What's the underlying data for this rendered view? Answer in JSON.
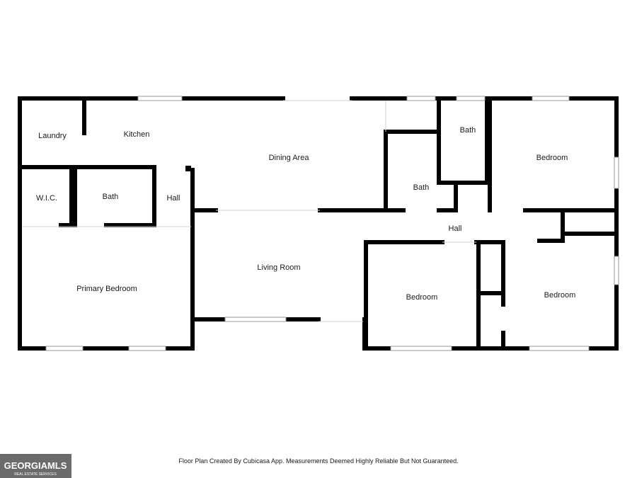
{
  "rooms": {
    "laundry": "Laundry",
    "kitchen": "Kitchen",
    "dining": "Dining Area",
    "bath_top": "Bath",
    "bedroom_ne": "Bedroom",
    "wic": "W.I.C.",
    "bath_primary": "Bath",
    "hall_left": "Hall",
    "bath_mid": "Bath",
    "hall_center": "Hall",
    "living": "Living Room",
    "primary_bedroom": "Primary Bedroom",
    "bedroom_sc": "Bedroom",
    "bedroom_se": "Bedroom"
  },
  "footer": {
    "disclaimer": "Floor Plan Created By Cubicasa App. Measurements Deemed Highly Reliable But Not Guaranteed."
  },
  "logo": {
    "text": "GEORGIAMLS",
    "subtext": "REAL ESTATE SERVICES",
    "color": "#6b6b6b"
  },
  "colors": {
    "wall": "#000000",
    "window": "#bdbdbd",
    "background": "#ffffff"
  }
}
